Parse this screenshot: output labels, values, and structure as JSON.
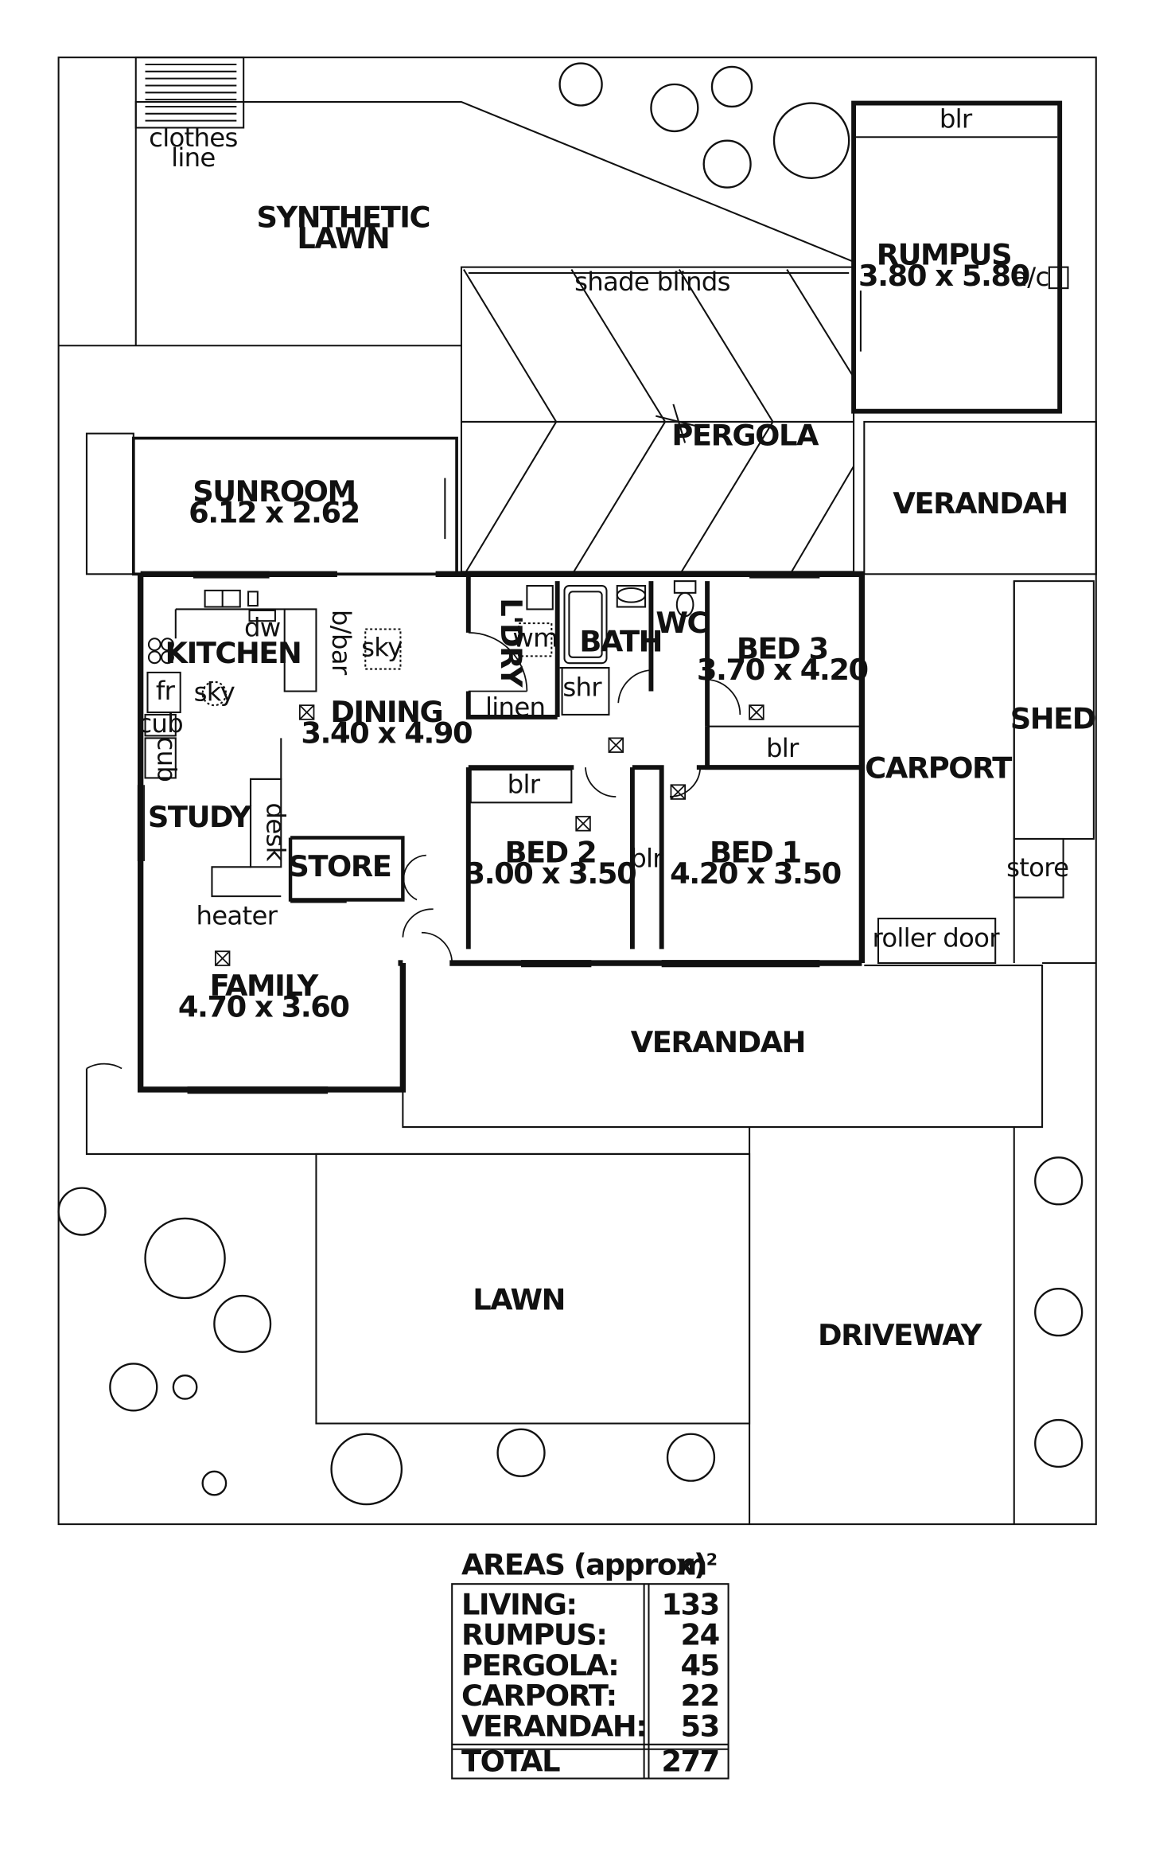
{
  "rooms": {
    "clothes_line": [
      "clothes",
      "line"
    ],
    "synthetic_lawn": [
      "SYNTHETIC",
      "LAWN"
    ],
    "rumpus": {
      "name": "RUMPUS",
      "dims": "3.80 x 5.80",
      "ac": "a/c",
      "blr": "blr"
    },
    "shade_blinds": "shade blinds",
    "pergola": "PERGOLA",
    "sunroom": {
      "name": "SUNROOM",
      "dims": "6.12 x 2.62"
    },
    "verandah_east": "VERANDAH",
    "kitchen": {
      "name": "KITCHEN",
      "dw": "dw",
      "bbar": "b/bar",
      "fr": "fr",
      "sky": "sky",
      "cub1": "cub",
      "cub2": "cub"
    },
    "sky_dining": "sky",
    "dining": {
      "name": "DINING",
      "dims": "3.40 x 4.90"
    },
    "laundry": {
      "name": "L'DRY",
      "wm": "wm",
      "linen": "linen"
    },
    "bath": {
      "name": "BATH",
      "shr": "shr"
    },
    "wc": "WC",
    "bed3": {
      "name": "BED 3",
      "dims": "3.70 x 4.20",
      "blr": "blr"
    },
    "shed": "SHED",
    "carport": "CARPORT",
    "store_shed": "store",
    "roller_door": "roller door",
    "study": {
      "name": "STUDY",
      "desk": "desk"
    },
    "store": "STORE",
    "heater": "heater",
    "bed2": {
      "name": "BED 2",
      "dims": "3.00 x 3.50",
      "blr": "blr"
    },
    "bed1": {
      "name": "BED 1",
      "dims": "4.20 x 3.50",
      "blr": "blr"
    },
    "family": {
      "name": "FAMILY",
      "dims": "4.70 x 3.60"
    },
    "verandah_south": "VERANDAH",
    "lawn": "LAWN",
    "driveway": "DRIVEWAY"
  },
  "areas_table": {
    "title": "AREAS (approx)",
    "unit_base": "m",
    "unit_exp": "2",
    "rows": [
      {
        "label": "LIVING:",
        "value": "133"
      },
      {
        "label": "RUMPUS:",
        "value": "24"
      },
      {
        "label": "PERGOLA:",
        "value": "45"
      },
      {
        "label": "CARPORT:",
        "value": "22"
      },
      {
        "label": "VERANDAH:",
        "value": "53"
      }
    ],
    "total": {
      "label": "TOTAL",
      "value": "277"
    }
  }
}
